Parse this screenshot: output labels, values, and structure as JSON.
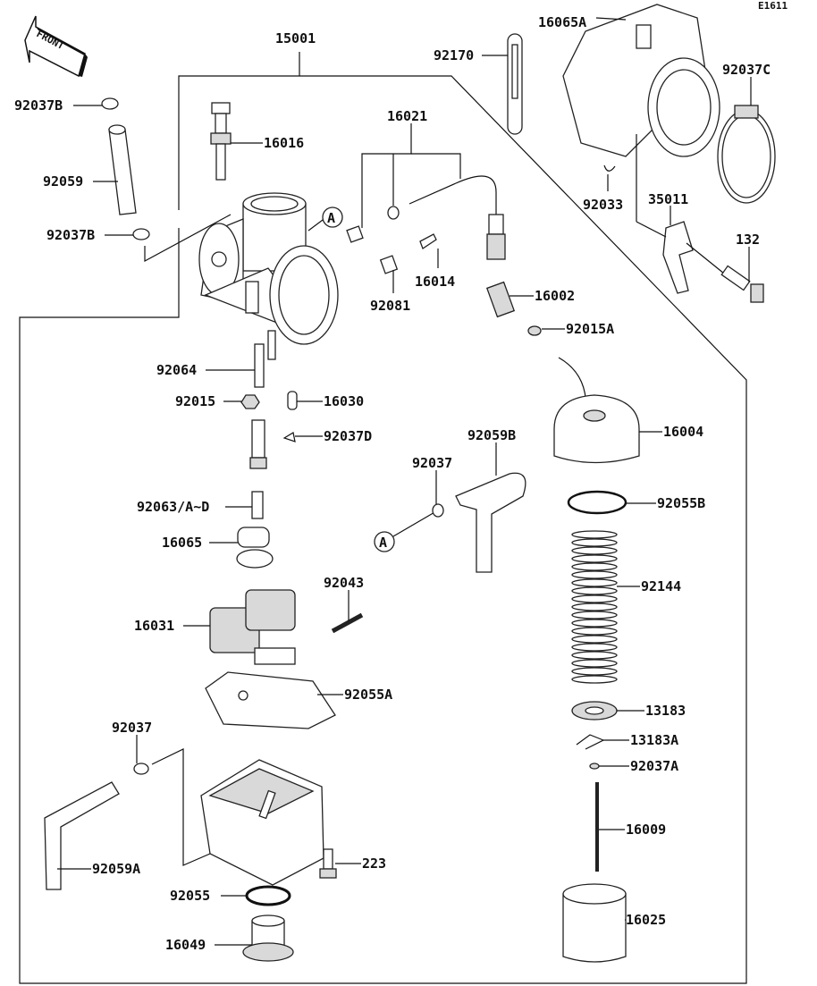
{
  "diagram_code": "E1611",
  "front_marker": "FRONT",
  "reference_marker": "A",
  "labels": [
    "15001",
    "92037B",
    "92059",
    "92037B",
    "16016",
    "16021",
    "16014",
    "92081",
    "16002",
    "92015A",
    "92170",
    "16065A",
    "92037C",
    "92033",
    "35011",
    "132",
    "92064",
    "92015",
    "16030",
    "92037D",
    "92063/A~D",
    "16065",
    "92037",
    "92059B",
    "16004",
    "92055B",
    "92144",
    "92043",
    "16031",
    "92055A",
    "92037",
    "13183",
    "13183A",
    "92037A",
    "16009",
    "223",
    "92059A",
    "92055",
    "16049",
    "16025"
  ],
  "colors": {
    "line": "#111111",
    "part_fill": "#ffffff",
    "shade": "#d9d9d9"
  }
}
